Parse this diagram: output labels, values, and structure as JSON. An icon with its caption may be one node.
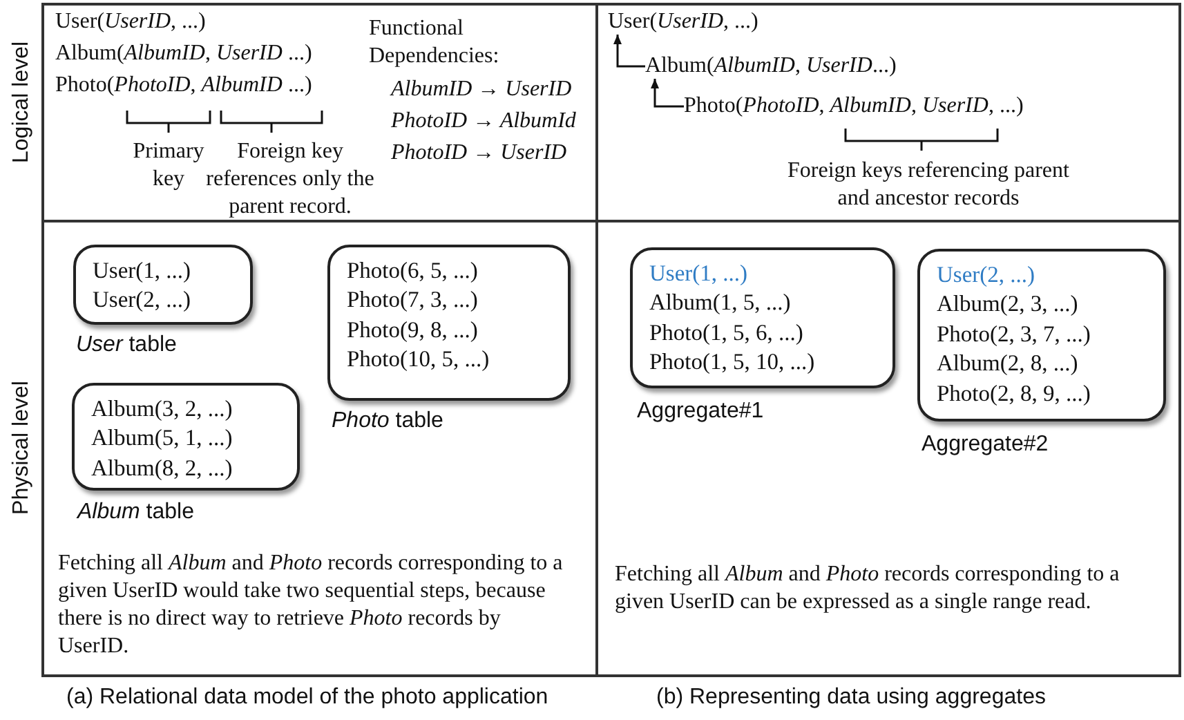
{
  "diagram": {
    "nodes": [
      {
        "text": [
          "User(1, ...)",
          "User(2, ...)"
        ],
        "beside": [
          "*User* table"
        ]
      },
      {
        "text": [
          "Photo(6, 5, ...)",
          "Photo(7, 3, ...)",
          "Photo(9, 8, ...)",
          "Photo(10, 5, ...)"
        ],
        "beside": [
          "*Photo* table"
        ]
      },
      {
        "text": [
          "Album(3, 2, ...)",
          "Album(5, 1, ...)",
          "Album(8, 2, ...)"
        ],
        "beside": [
          "*Album* table"
        ]
      },
      {
        "text": [
          "User(1, ...)",
          "Album(1, 5, ...)",
          "Photo(1, 5, 6, ...)",
          "Photo(1, 5, 10, ...)"
        ],
        "beside": [
          "Aggregate#1"
        ]
      },
      {
        "text": [
          "User(2, ...)",
          "Album(2, 3, ...)",
          "Photo(2, 3, 7, ...)",
          "Album(2, 8, ...)",
          "Photo(2, 8, 9, ...)"
        ],
        "beside": [
          "Aggregate#2"
        ]
      },
      {
        "text": [
          "User(*UserID*, ...)"
        ]
      },
      {
        "text": [
          "Album(*AlbumID*, *UserID*...)"
        ]
      },
      {
        "text": [
          "Photo(*PhotoID*, *AlbumID*, *UserID*, ...)"
        ]
      }
    ],
    "edges": [
      {
        "from": 6,
        "to": 5,
        "arrow": "to"
      },
      {
        "from": 7,
        "to": 6,
        "arrow": "to"
      }
    ],
    "labels": [
      "Logical level",
      "Physical level",
      "User(*UserID*, ...)",
      "Album(*AlbumID*, *UserID* ...)",
      "Photo(*PhotoID*, *AlbumID* ...)",
      "Primary key",
      "Foreign key references only the parent record.",
      "Functional Dependencies:",
      "AlbumID → UserID",
      "PhotoID → AlbumId",
      "PhotoID → UserID",
      "Foreign keys referencing parent and ancestor records",
      "Fetching all *Album* and *Photo* records corresponding to a given UserID would take two sequential steps, because there is no direct way to retrieve *Photo* records by UserID.",
      "Fetching all *Album* and *Photo* records corresponding to a given UserID can be expressed as a single range read.",
      "(a) Relational data model of the photo application",
      "(b) Representing data using aggregates"
    ]
  }
}
